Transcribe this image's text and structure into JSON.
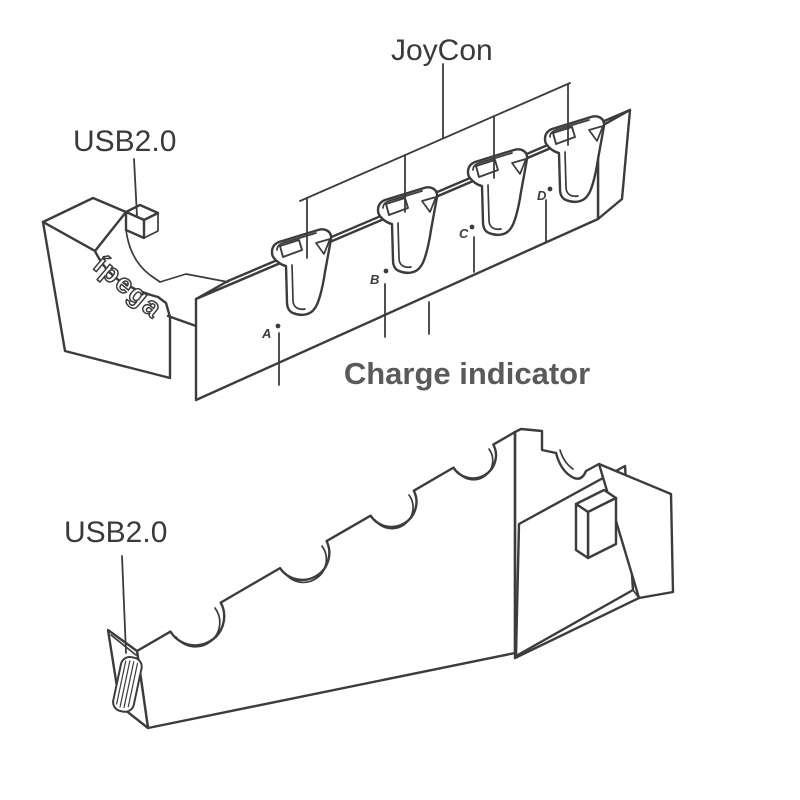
{
  "labels": {
    "joycon": "JoyCon",
    "usb_top": "USB2.0",
    "usb_bottom": "USB2.0",
    "charge_indicator": "Charge indicator",
    "brand": "ípega"
  },
  "indicators": [
    "A",
    "B",
    "C",
    "D"
  ],
  "icons": {
    "usb_port": "usb-port-hatched-icon",
    "usb_plug": "usb-plug-3d-icon"
  },
  "colors": {
    "line": "#3c3c3c",
    "label_text": "#3a3a3a",
    "charge_label_text": "#5a5a5a",
    "background": "#ffffff"
  }
}
